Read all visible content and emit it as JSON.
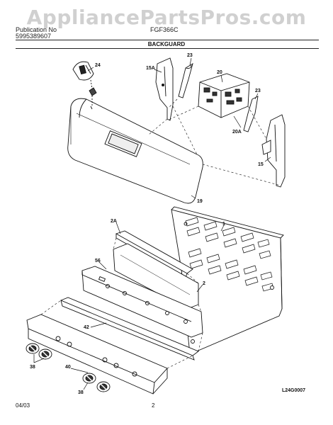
{
  "watermark": "AppliancePartsPros.com",
  "header": {
    "publication_label": "Publication No",
    "publication_number": "5995389607",
    "model": "FGF366C",
    "section": "BACKGUARD"
  },
  "callouts": {
    "c24": "24",
    "c23a": "23",
    "c15a": "15A",
    "c20": "20",
    "c23b": "23",
    "c20a": "20A",
    "c15": "15",
    "c19": "19",
    "c1": "1",
    "c2a": "2A",
    "c56": "56",
    "c2": "2",
    "c42": "42",
    "c38a": "38",
    "c40": "40",
    "c38b": "38"
  },
  "footer": {
    "date": "04/03",
    "page": "2",
    "drawing_code": "L24G0007"
  }
}
